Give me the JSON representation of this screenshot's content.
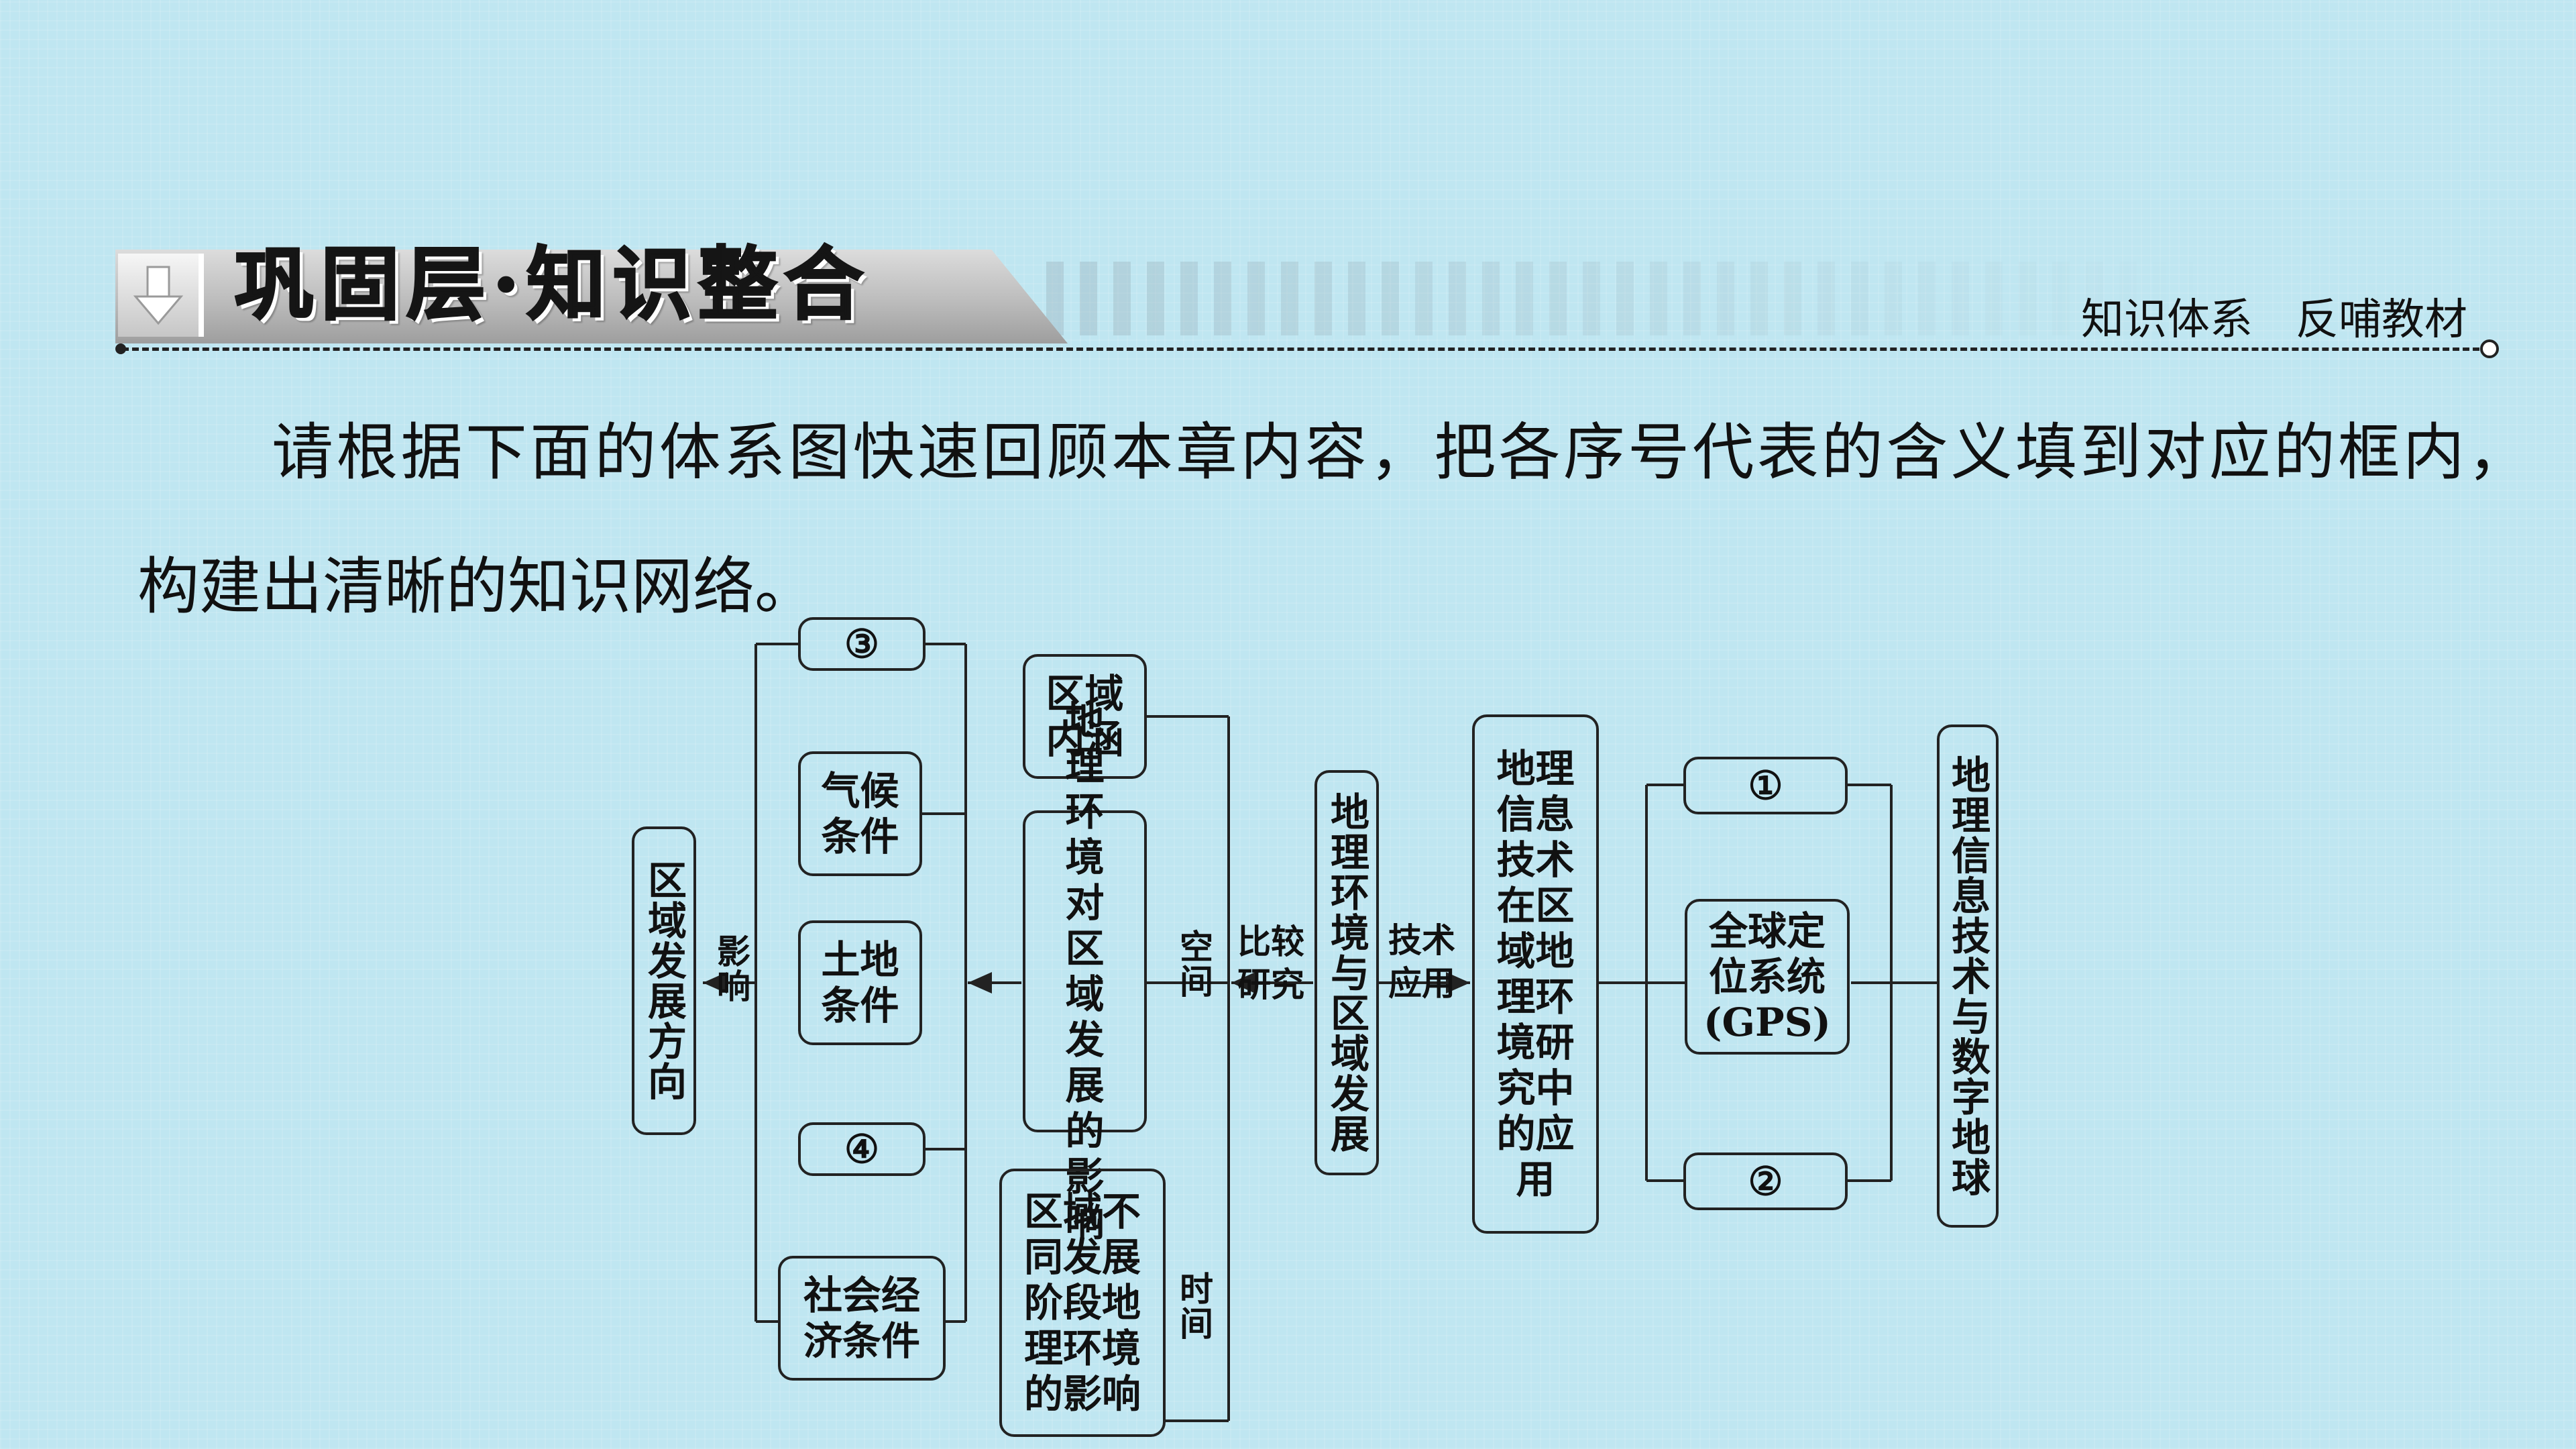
{
  "header": {
    "title": "巩固层·知识整合",
    "subtitle": "知识体系　反哺教材"
  },
  "intro": "请根据下面的体系图快速回顾本章内容，把各序号代表的含义填到对应的框内，　构建出清晰的知识网络。",
  "diagram": {
    "nodes": {
      "region_direction": "区域发展方向",
      "blank3": "③",
      "climate": "气候条件",
      "land": "土地条件",
      "blank4": "④",
      "socioeconomic": "社会经济条件",
      "region_meaning": "区域内涵",
      "env_impact": "地理环境对区域发展的影响",
      "stage_impact": "区域不同发展阶段地理环境的影响",
      "env_region": "地理环境与区域发展",
      "gis_app": "地理信息技术在区域地理环境研究中的应用",
      "blank1": "①",
      "gps": "全球定位系统(GPS)",
      "blank2": "②",
      "digital_earth": "地理信息技术与数字地球"
    },
    "labels": {
      "influence": "影响",
      "space": "空间",
      "compare": "比较研究",
      "time": "时间",
      "tech": "技术应用"
    }
  }
}
